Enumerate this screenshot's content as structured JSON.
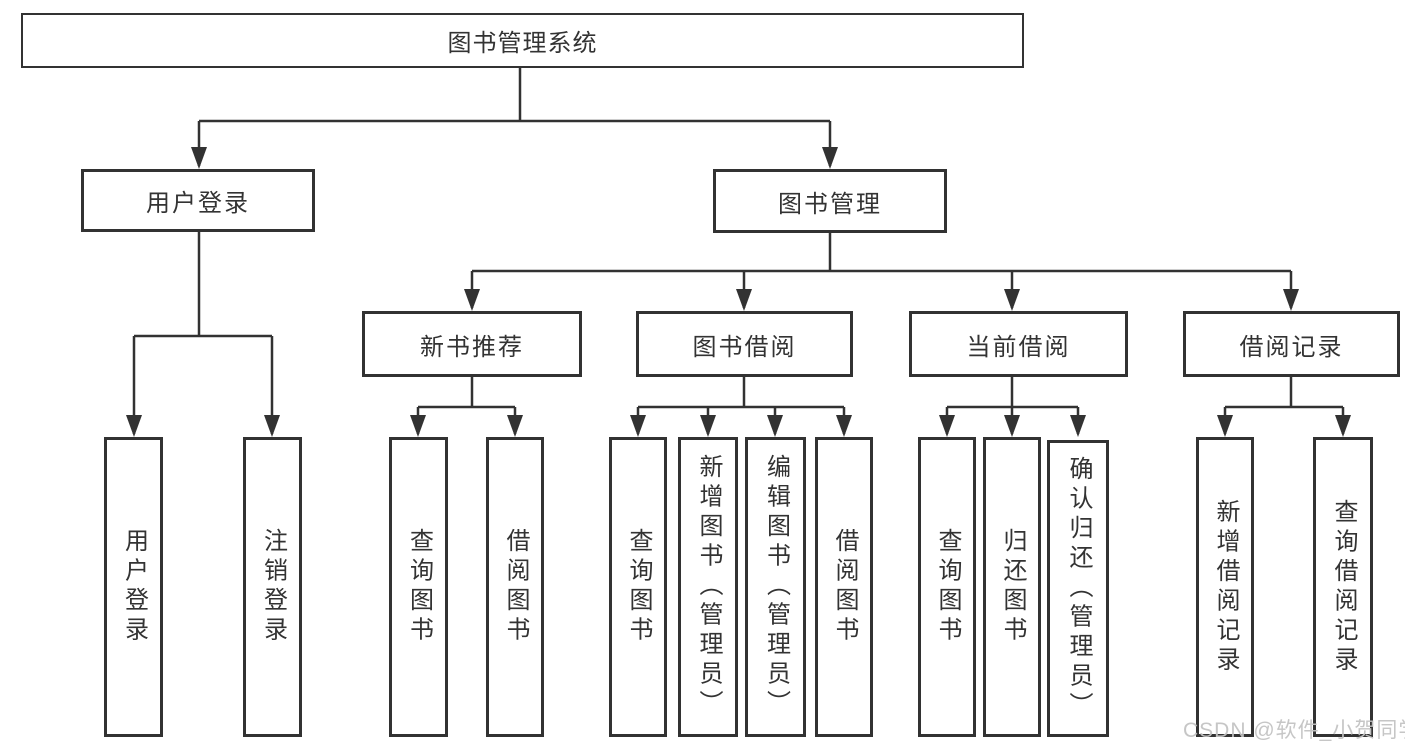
{
  "colors": {
    "line": "#323232",
    "box_border": "#323232",
    "text": "#333333",
    "watermark": "#c3c3c3",
    "background": "#ffffff"
  },
  "watermark": {
    "text": "CSDN @软件_小贺同学"
  },
  "tree": {
    "label": "图书管理系统",
    "children": [
      {
        "label": "用户登录",
        "children": [
          {
            "label": "用户登录"
          },
          {
            "label": "注销登录"
          }
        ]
      },
      {
        "label": "图书管理",
        "children": [
          {
            "label": "新书推荐",
            "children": [
              {
                "label": "查询图书"
              },
              {
                "label": "借阅图书"
              }
            ]
          },
          {
            "label": "图书借阅",
            "children": [
              {
                "label": "查询图书"
              },
              {
                "label": "新增图书（管理员）"
              },
              {
                "label": "编辑图书（管理员）"
              },
              {
                "label": "借阅图书"
              }
            ]
          },
          {
            "label": "当前借阅",
            "children": [
              {
                "label": "查询图书"
              },
              {
                "label": "归还图书"
              },
              {
                "label": "确认归还（管理员）"
              }
            ]
          },
          {
            "label": "借阅记录",
            "children": [
              {
                "label": "新增借阅记录"
              },
              {
                "label": "查询借阅记录"
              }
            ]
          }
        ]
      }
    ]
  }
}
